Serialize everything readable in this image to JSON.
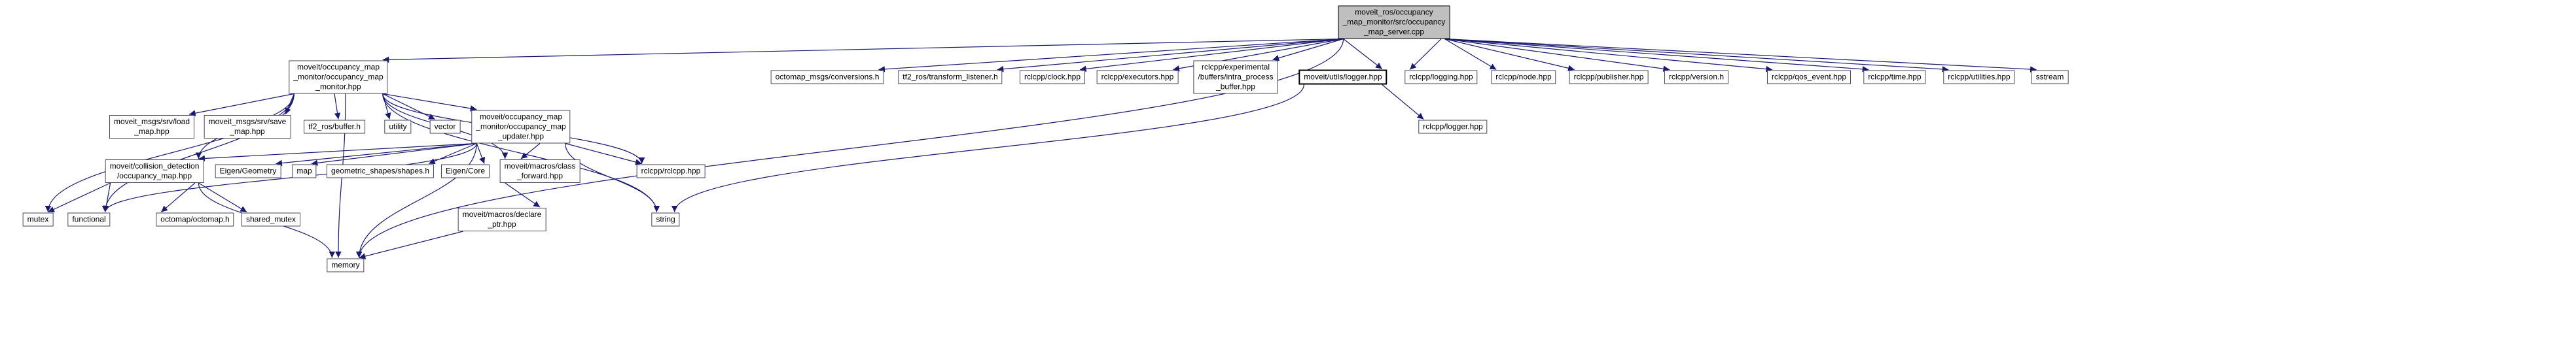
{
  "graph": {
    "colors": {
      "background": "#ffffff",
      "edge": "#191970",
      "main_fill": "#bfbfbf",
      "node_border": "#46465a",
      "bold_border": "#000000"
    },
    "nodes": [
      {
        "id": "main",
        "label": "moveit_ros/occupancy\n_map_monitor/src/occupancy\n_map_server.cpp",
        "emphasis": "main"
      },
      {
        "id": "omm",
        "label": "moveit/occupancy_map\n_monitor/occupancy_map\n_monitor.hpp",
        "emphasis": "plain"
      },
      {
        "id": "conversions",
        "label": "octomap_msgs/conversions.h",
        "emphasis": "plain"
      },
      {
        "id": "tf2_listener",
        "label": "tf2_ros/transform_listener.h",
        "emphasis": "plain"
      },
      {
        "id": "clock",
        "label": "rclcpp/clock.hpp",
        "emphasis": "plain"
      },
      {
        "id": "executors",
        "label": "rclcpp/executors.hpp",
        "emphasis": "plain"
      },
      {
        "id": "intra",
        "label": "rclcpp/experimental\n/buffers/intra_process\n_buffer.hpp",
        "emphasis": "plain"
      },
      {
        "id": "utils_logger",
        "label": "moveit/utils/logger.hpp",
        "emphasis": "linked"
      },
      {
        "id": "logging",
        "label": "rclcpp/logging.hpp",
        "emphasis": "plain"
      },
      {
        "id": "node",
        "label": "rclcpp/node.hpp",
        "emphasis": "plain"
      },
      {
        "id": "publisher",
        "label": "rclcpp/publisher.hpp",
        "emphasis": "plain"
      },
      {
        "id": "version",
        "label": "rclcpp/version.h",
        "emphasis": "plain"
      },
      {
        "id": "qos_event",
        "label": "rclcpp/qos_event.hpp",
        "emphasis": "plain"
      },
      {
        "id": "time",
        "label": "rclcpp/time.hpp",
        "emphasis": "plain"
      },
      {
        "id": "utilities",
        "label": "rclcpp/utilities.hpp",
        "emphasis": "plain"
      },
      {
        "id": "sstream",
        "label": "sstream",
        "emphasis": "plain"
      },
      {
        "id": "load_map",
        "label": "moveit_msgs/srv/load\n_map.hpp",
        "emphasis": "plain"
      },
      {
        "id": "save_map",
        "label": "moveit_msgs/srv/save\n_map.hpp",
        "emphasis": "plain"
      },
      {
        "id": "tf2_buffer",
        "label": "tf2_ros/buffer.h",
        "emphasis": "plain"
      },
      {
        "id": "utility",
        "label": "utility",
        "emphasis": "plain"
      },
      {
        "id": "vector",
        "label": "vector",
        "emphasis": "plain"
      },
      {
        "id": "updater",
        "label": "moveit/occupancy_map\n_monitor/occupancy_map\n_updater.hpp",
        "emphasis": "plain"
      },
      {
        "id": "rclcpp_logger",
        "label": "rclcpp/logger.hpp",
        "emphasis": "plain"
      },
      {
        "id": "occmap",
        "label": "moveit/collision_detection\n/occupancy_map.hpp",
        "emphasis": "plain"
      },
      {
        "id": "eigen_geometry",
        "label": "Eigen/Geometry",
        "emphasis": "plain"
      },
      {
        "id": "map",
        "label": "map",
        "emphasis": "plain"
      },
      {
        "id": "shapes",
        "label": "geometric_shapes/shapes.h",
        "emphasis": "plain"
      },
      {
        "id": "eigen_core",
        "label": "Eigen/Core",
        "emphasis": "plain"
      },
      {
        "id": "class_forward",
        "label": "moveit/macros/class\n_forward.hpp",
        "emphasis": "plain"
      },
      {
        "id": "rclcpp_rclcpp",
        "label": "rclcpp/rclcpp.hpp",
        "emphasis": "plain"
      },
      {
        "id": "mutex",
        "label": "mutex",
        "emphasis": "plain"
      },
      {
        "id": "functional",
        "label": "functional",
        "emphasis": "plain"
      },
      {
        "id": "octomap_h",
        "label": "octomap/octomap.h",
        "emphasis": "plain"
      },
      {
        "id": "shared_mutex",
        "label": "shared_mutex",
        "emphasis": "plain"
      },
      {
        "id": "declare_ptr",
        "label": "moveit/macros/declare\n_ptr.hpp",
        "emphasis": "plain"
      },
      {
        "id": "string",
        "label": "string",
        "emphasis": "plain"
      },
      {
        "id": "memory",
        "label": "memory",
        "emphasis": "plain"
      }
    ],
    "edges": [
      [
        "main",
        "omm"
      ],
      [
        "main",
        "conversions"
      ],
      [
        "main",
        "tf2_listener"
      ],
      [
        "main",
        "clock"
      ],
      [
        "main",
        "executors"
      ],
      [
        "main",
        "intra"
      ],
      [
        "main",
        "utils_logger"
      ],
      [
        "main",
        "logging"
      ],
      [
        "main",
        "node"
      ],
      [
        "main",
        "publisher"
      ],
      [
        "main",
        "version"
      ],
      [
        "main",
        "qos_event"
      ],
      [
        "main",
        "time"
      ],
      [
        "main",
        "utilities"
      ],
      [
        "main",
        "sstream"
      ],
      [
        "main",
        "memory"
      ],
      [
        "omm",
        "load_map"
      ],
      [
        "omm",
        "save_map"
      ],
      [
        "omm",
        "tf2_buffer"
      ],
      [
        "omm",
        "utility"
      ],
      [
        "omm",
        "vector"
      ],
      [
        "omm",
        "updater"
      ],
      [
        "omm",
        "occmap"
      ],
      [
        "omm",
        "class_forward"
      ],
      [
        "omm",
        "rclcpp_rclcpp"
      ],
      [
        "omm",
        "mutex"
      ],
      [
        "omm",
        "functional"
      ],
      [
        "omm",
        "string"
      ],
      [
        "omm",
        "memory"
      ],
      [
        "updater",
        "occmap"
      ],
      [
        "updater",
        "eigen_geometry"
      ],
      [
        "updater",
        "map"
      ],
      [
        "updater",
        "shapes"
      ],
      [
        "updater",
        "eigen_core"
      ],
      [
        "updater",
        "class_forward"
      ],
      [
        "updater",
        "rclcpp_rclcpp"
      ],
      [
        "updater",
        "functional"
      ],
      [
        "updater",
        "string"
      ],
      [
        "updater",
        "memory"
      ],
      [
        "occmap",
        "octomap_h"
      ],
      [
        "occmap",
        "shared_mutex"
      ],
      [
        "occmap",
        "mutex"
      ],
      [
        "occmap",
        "functional"
      ],
      [
        "occmap",
        "memory"
      ],
      [
        "class_forward",
        "declare_ptr"
      ],
      [
        "declare_ptr",
        "memory"
      ],
      [
        "utils_logger",
        "rclcpp_logger"
      ],
      [
        "utils_logger",
        "string"
      ]
    ]
  }
}
